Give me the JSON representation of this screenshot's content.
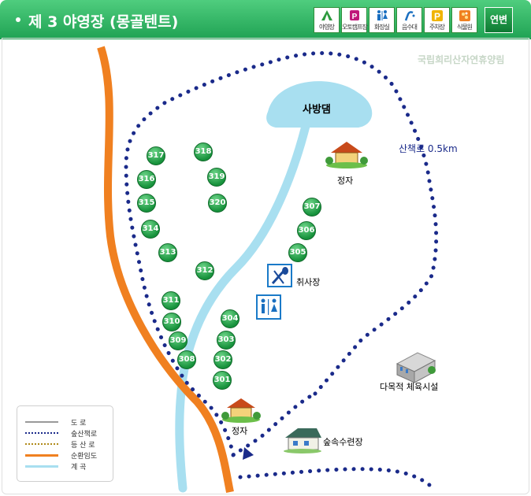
{
  "header": {
    "title": "제 3 야영장 (몽골텐트)"
  },
  "facilities": [
    {
      "label": "야영장",
      "icon": "camping-icon"
    },
    {
      "label": "오토캠프장",
      "icon": "auto-camp-icon"
    },
    {
      "label": "화장실",
      "icon": "restroom-icon"
    },
    {
      "label": "음수대",
      "icon": "water-fountain-icon"
    },
    {
      "label": "주차장",
      "icon": "parking-icon"
    },
    {
      "label": "식물원",
      "icon": "botanical-garden-icon"
    }
  ],
  "year_button": "연변",
  "map": {
    "watermark": "국립희리산자연휴양림",
    "pond": "사방댐",
    "trail_label": "산책로 0.5km",
    "pavilion_top": "정자",
    "pavilion_bottom": "정자",
    "kitchen": "취사장",
    "sports": "다목적 체육시설",
    "training": "숲속수련장",
    "sites": [
      "317",
      "318",
      "316",
      "319",
      "315",
      "320",
      "314",
      "313",
      "312",
      "311",
      "310",
      "309",
      "308",
      "307",
      "306",
      "305",
      "304",
      "303",
      "302",
      "301"
    ]
  },
  "legend": [
    {
      "label": "도    로",
      "color": "#999999",
      "style": "solid"
    },
    {
      "label": "숲산책로",
      "color": "#1a2a8a",
      "style": "dotted"
    },
    {
      "label": "등 산 로",
      "color": "#b08a1a",
      "style": "dotted"
    },
    {
      "label": "순환임도",
      "color": "#f08020",
      "style": "solid"
    },
    {
      "label": "계    곡",
      "color": "#a8dff0",
      "style": "solid"
    }
  ]
}
